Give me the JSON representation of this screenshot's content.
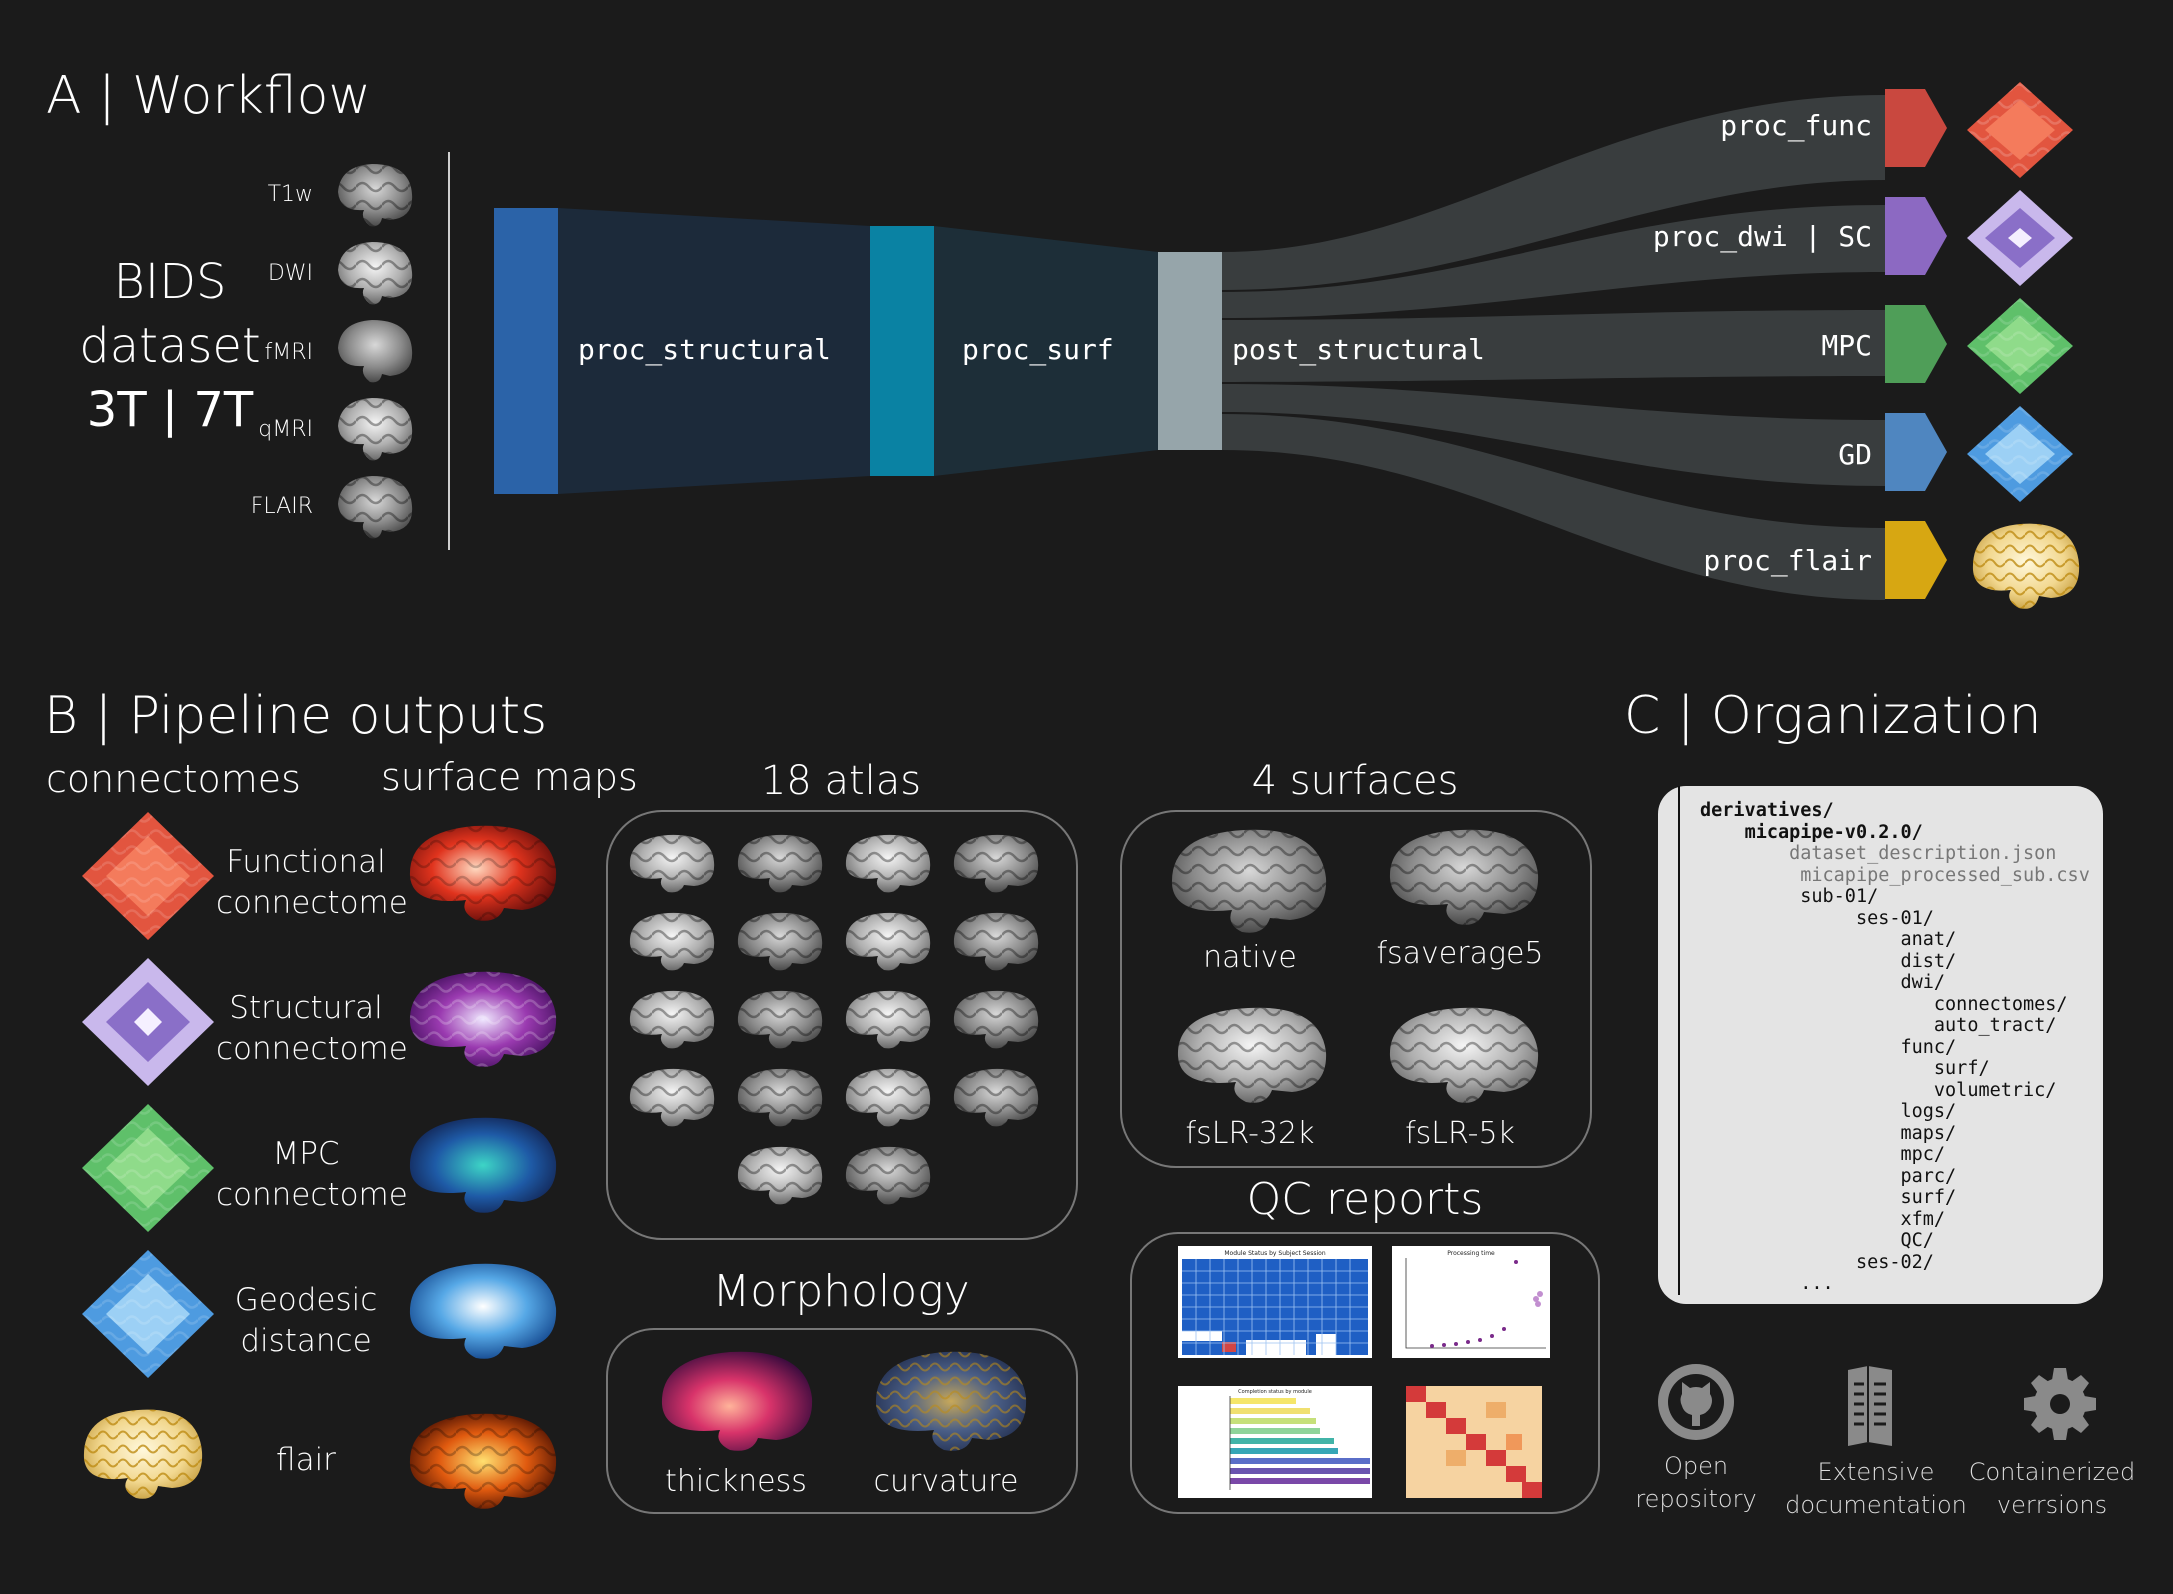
{
  "panelA": {
    "title": "A | Workflow",
    "bids": {
      "line1": "BIDS",
      "line2": "dataset",
      "line3": "3T | 7T"
    },
    "sequences": [
      "T1w",
      "DWI",
      "fMRI",
      "qMRI",
      "FLAIR"
    ],
    "modules": {
      "proc_structural": "proc_structural",
      "proc_surf": "proc_surf",
      "post_structural": "post_structural"
    },
    "outputs": [
      {
        "label": "proc_func",
        "color": "#c9483f"
      },
      {
        "label": "proc_dwi | SC",
        "color": "#8c69c2"
      },
      {
        "label": "MPC",
        "color": "#4f9e58"
      },
      {
        "label": "GD",
        "color": "#4f86c0"
      },
      {
        "label": "proc_flair",
        "color": "#d7a712"
      }
    ],
    "colors": {
      "proc_structural": "#2b63a8",
      "proc_surf": "#0a82a3",
      "post_structural": "#96a5aa"
    }
  },
  "panelB": {
    "title": "B | Pipeline outputs",
    "col_connectomes": "connectomes",
    "col_surface_maps": "surface maps",
    "rows": [
      {
        "l1": "Functional",
        "l2": "connectome"
      },
      {
        "l1": "Structural",
        "l2": "connectome"
      },
      {
        "l1": "MPC",
        "l2": "connectome"
      },
      {
        "l1": "Geodesic",
        "l2": "distance"
      },
      {
        "l1": "flair",
        "l2": ""
      }
    ],
    "atlas_title": "18 atlas",
    "morphology_title": "Morphology",
    "morphology": [
      "thickness",
      "curvature"
    ],
    "surfaces_title": "4 surfaces",
    "surfaces": [
      "native",
      "fsaverage5",
      "fsLR-32k",
      "fsLR-5k"
    ],
    "qc_title": "QC  reports",
    "qc_chart_titles": [
      "Module Status by Subject Session",
      "Processing time",
      "Completion status by module"
    ]
  },
  "panelC": {
    "title": "C | Organization",
    "tree": {
      "root": "derivatives/",
      "version": "micapipe-v0.2.0/",
      "desc": "dataset_description.json",
      "csv": "micapipe_processed_sub.csv",
      "sub": "sub-01/",
      "ses1": "ses-01/",
      "anat": "anat/",
      "dist": "dist/",
      "dwi": "dwi/",
      "connectomes": "connectomes/",
      "auto_tract": "auto_tract/",
      "func": "func/",
      "surf": "surf/",
      "volumetric": "volumetric/",
      "logs": "logs/",
      "maps": "maps/",
      "mpc": "mpc/",
      "parc": "parc/",
      "surf2": "surf/",
      "xfm": "xfm/",
      "qc": "QC/",
      "ses2": "ses-02/",
      "dots": "..."
    },
    "icons": [
      {
        "icon": "github-icon",
        "l1": "Open",
        "l2": "repository"
      },
      {
        "icon": "documentation-icon",
        "l1": "Extensive",
        "l2": "documentation"
      },
      {
        "icon": "gear-icon",
        "l1": "Containerized",
        "l2": "verrsions"
      }
    ]
  }
}
